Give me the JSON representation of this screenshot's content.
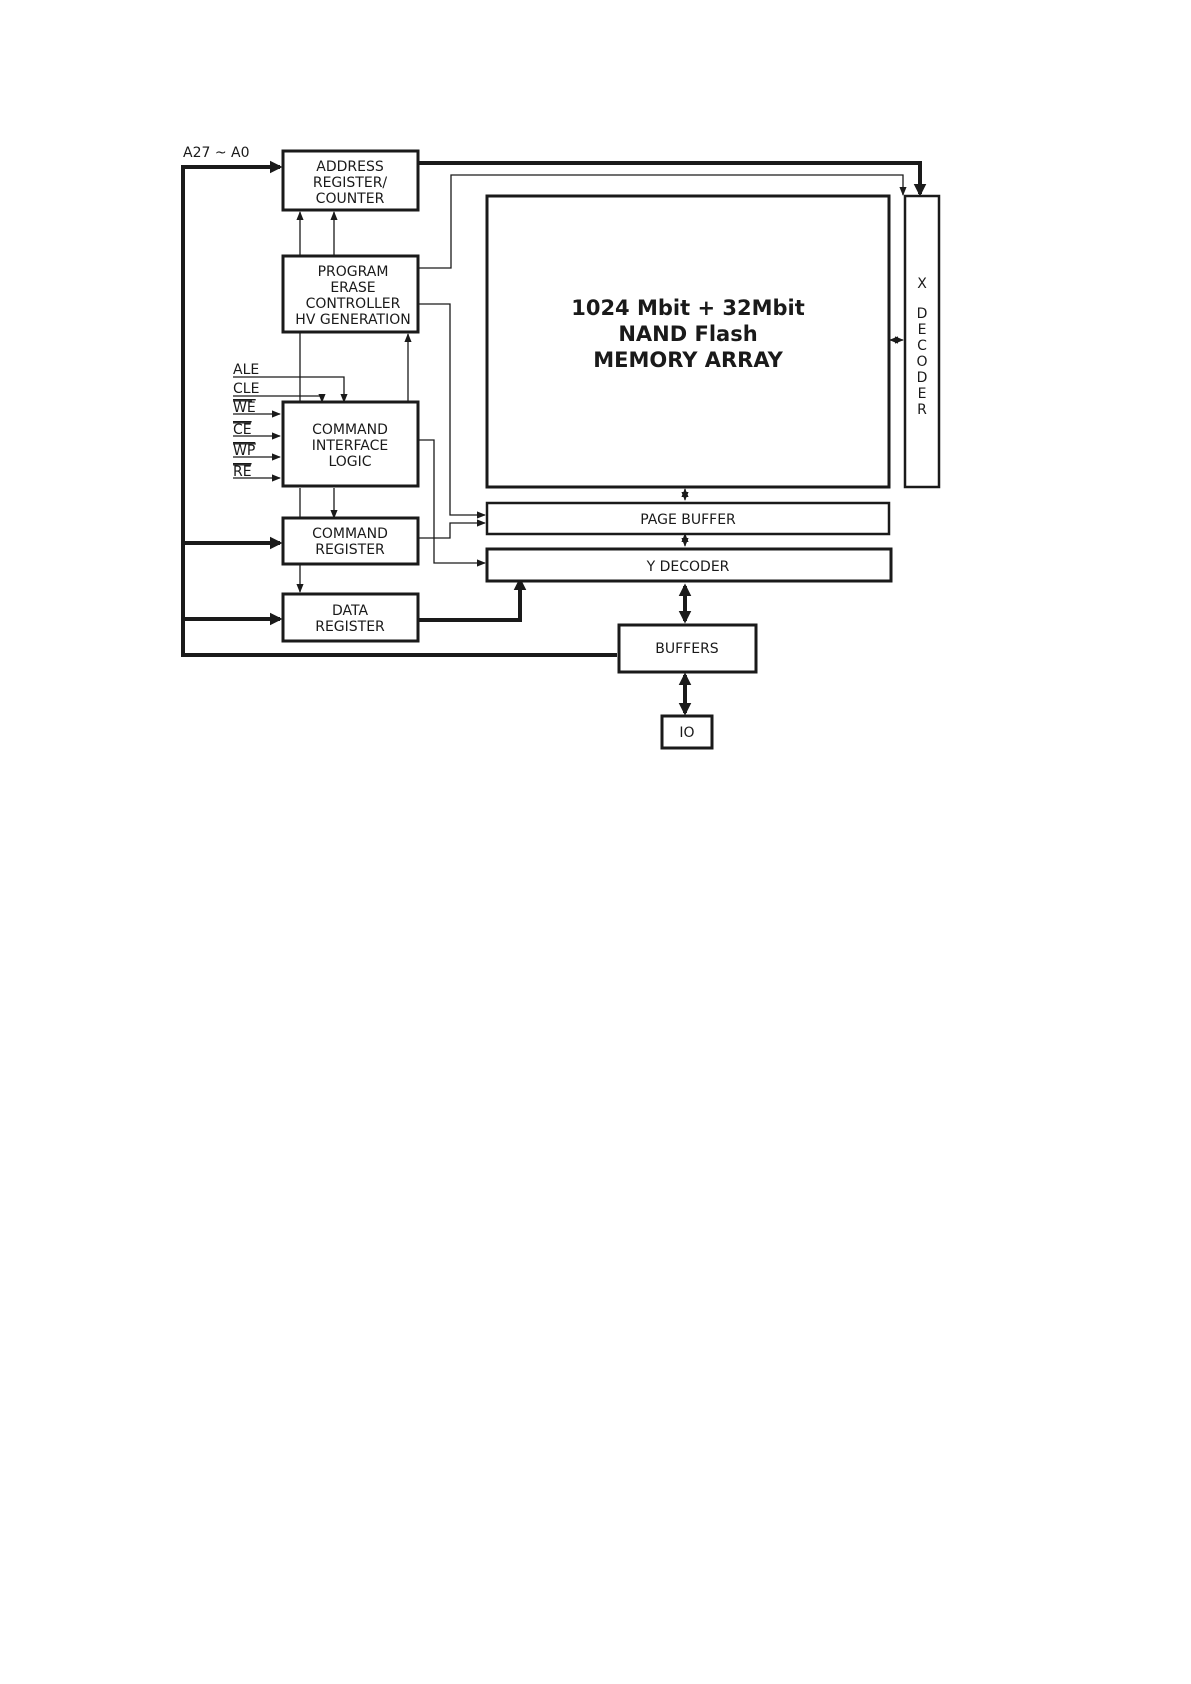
{
  "blocks": {
    "address_register": [
      "ADDRESS",
      "REGISTER/",
      "COUNTER"
    ],
    "program_erase": [
      "PROGRAM",
      "ERASE",
      "CONTROLLER",
      "HV GENERATION"
    ],
    "command_interface": [
      "COMMAND",
      "INTERFACE",
      "LOGIC"
    ],
    "command_register": [
      "COMMAND",
      "REGISTER"
    ],
    "data_register": [
      "DATA",
      "REGISTER"
    ],
    "memory_array": [
      "1024 Mbit + 32Mbit",
      "NAND Flash",
      "MEMORY ARRAY"
    ],
    "page_buffer": "PAGE BUFFER",
    "y_decoder": "Y DECODER",
    "x_decoder": [
      "X",
      "D",
      "E",
      "C",
      "O",
      "D",
      "E",
      "R"
    ],
    "buffers": "BUFFERS",
    "io": "IO"
  },
  "signals": {
    "address_bus": "A27 ~ A0",
    "ale": "ALE",
    "cle": "CLE",
    "we": "WE",
    "ce": "CE",
    "wp": "WP",
    "re": "RE"
  }
}
